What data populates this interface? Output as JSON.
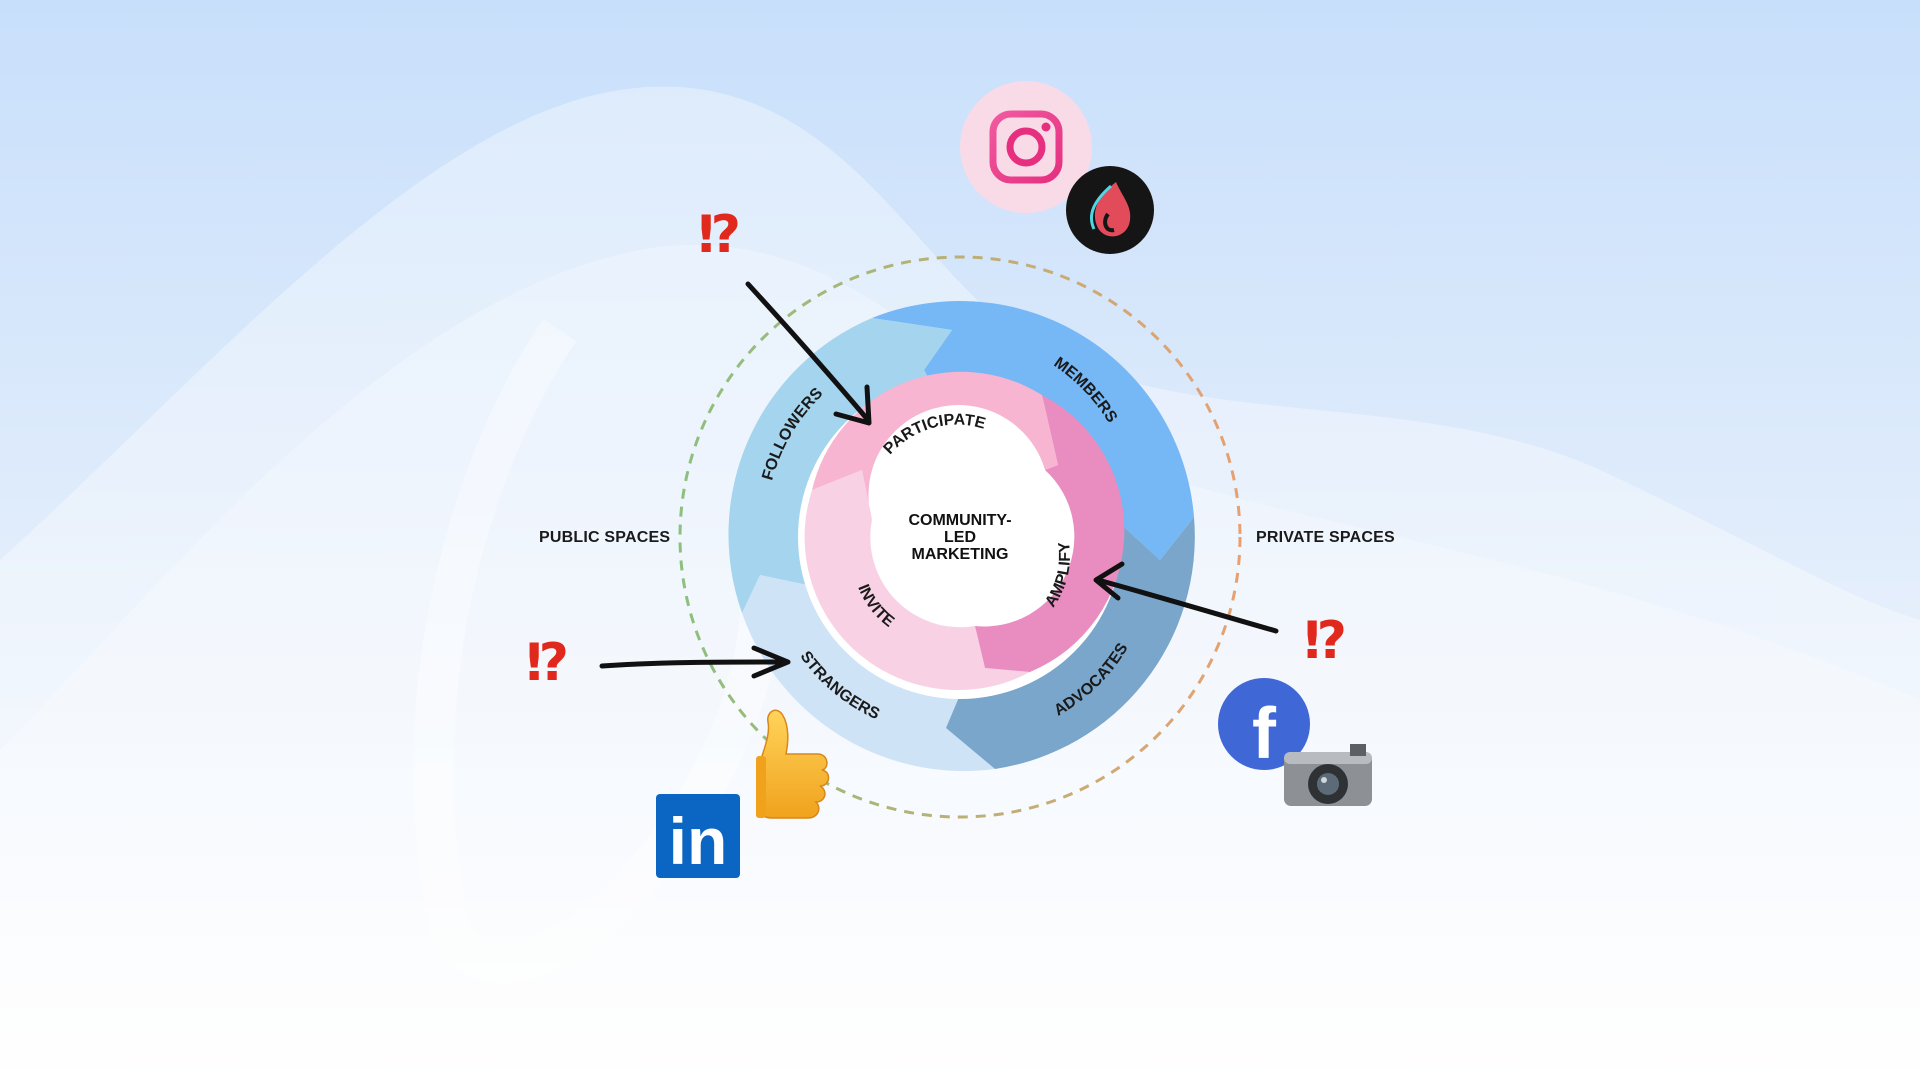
{
  "center": {
    "line1": "COMMUNITY-",
    "line2": "LED",
    "line3": "MARKETING"
  },
  "outer_ring": [
    "FOLLOWERS",
    "MEMBERS",
    "ADVOCATES",
    "STRANGERS"
  ],
  "inner_ring": [
    "PARTICIPATE",
    "AMPLIFY",
    "INVITE"
  ],
  "side_labels": {
    "left": "PUBLIC SPACES",
    "right": "PRIVATE SPACES"
  },
  "marks": {
    "interrobang": "⁉"
  },
  "logos": {
    "linkedin_text": "in",
    "facebook_text": "f"
  },
  "icons": [
    "instagram-icon",
    "tiktok-icon",
    "facebook-icon",
    "camera-icon",
    "linkedin-icon",
    "thumbs-up-icon"
  ],
  "colors": {
    "followers": "#a4d4ee",
    "members": "#76b7f5",
    "advocates": "#7aa6cc",
    "strangers": "#cfe3f7",
    "participate": "#f7b5d2",
    "amplify": "#e98dc1",
    "invite": "#f8d2e4",
    "accent_red": "#e0281c",
    "dashed_green": "#8cc07d",
    "dashed_orange": "#e8a070"
  }
}
